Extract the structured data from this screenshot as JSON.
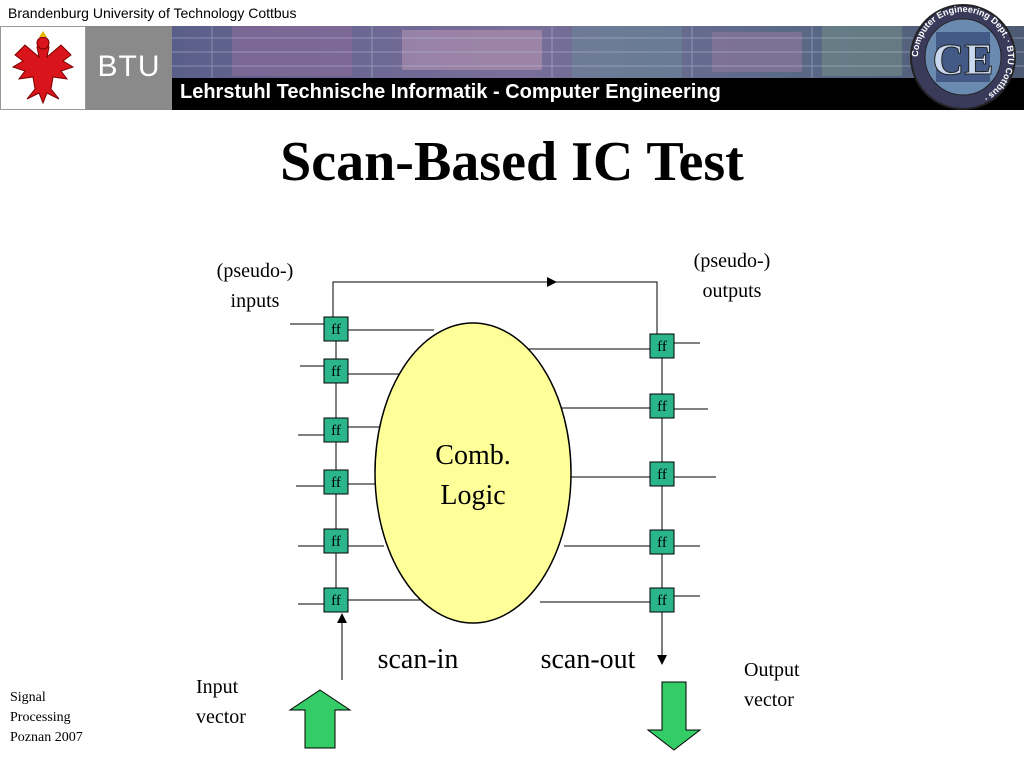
{
  "header": {
    "university": "Brandenburg University of Technology Cottbus",
    "logo_text": "BTU",
    "chair": "Lehrstuhl Technische Informatik - Computer Engineering",
    "ce_logo": {
      "initials": "CE",
      "ring_text": "Computer Engineering Dept. · BTU Cottbus ·"
    }
  },
  "slide": {
    "title": "Scan-Based IC Test"
  },
  "diagram": {
    "pseudo_inputs": [
      "(pseudo-)",
      "inputs"
    ],
    "pseudo_outputs": [
      "(pseudo-)",
      "outputs"
    ],
    "comb_logic": [
      "Comb.",
      "Logic"
    ],
    "ff_label": "ff",
    "scan_in": "scan-in",
    "scan_out": "scan-out",
    "input_vector": [
      "Input",
      "vector"
    ],
    "output_vector": [
      "Output",
      "vector"
    ],
    "colors": {
      "flipflop": "#2bb58a",
      "logic": "#ffff99",
      "arrow": "#33cc66"
    }
  },
  "footer": {
    "lines": [
      "Signal",
      "Processing",
      "Poznan 2007"
    ]
  }
}
